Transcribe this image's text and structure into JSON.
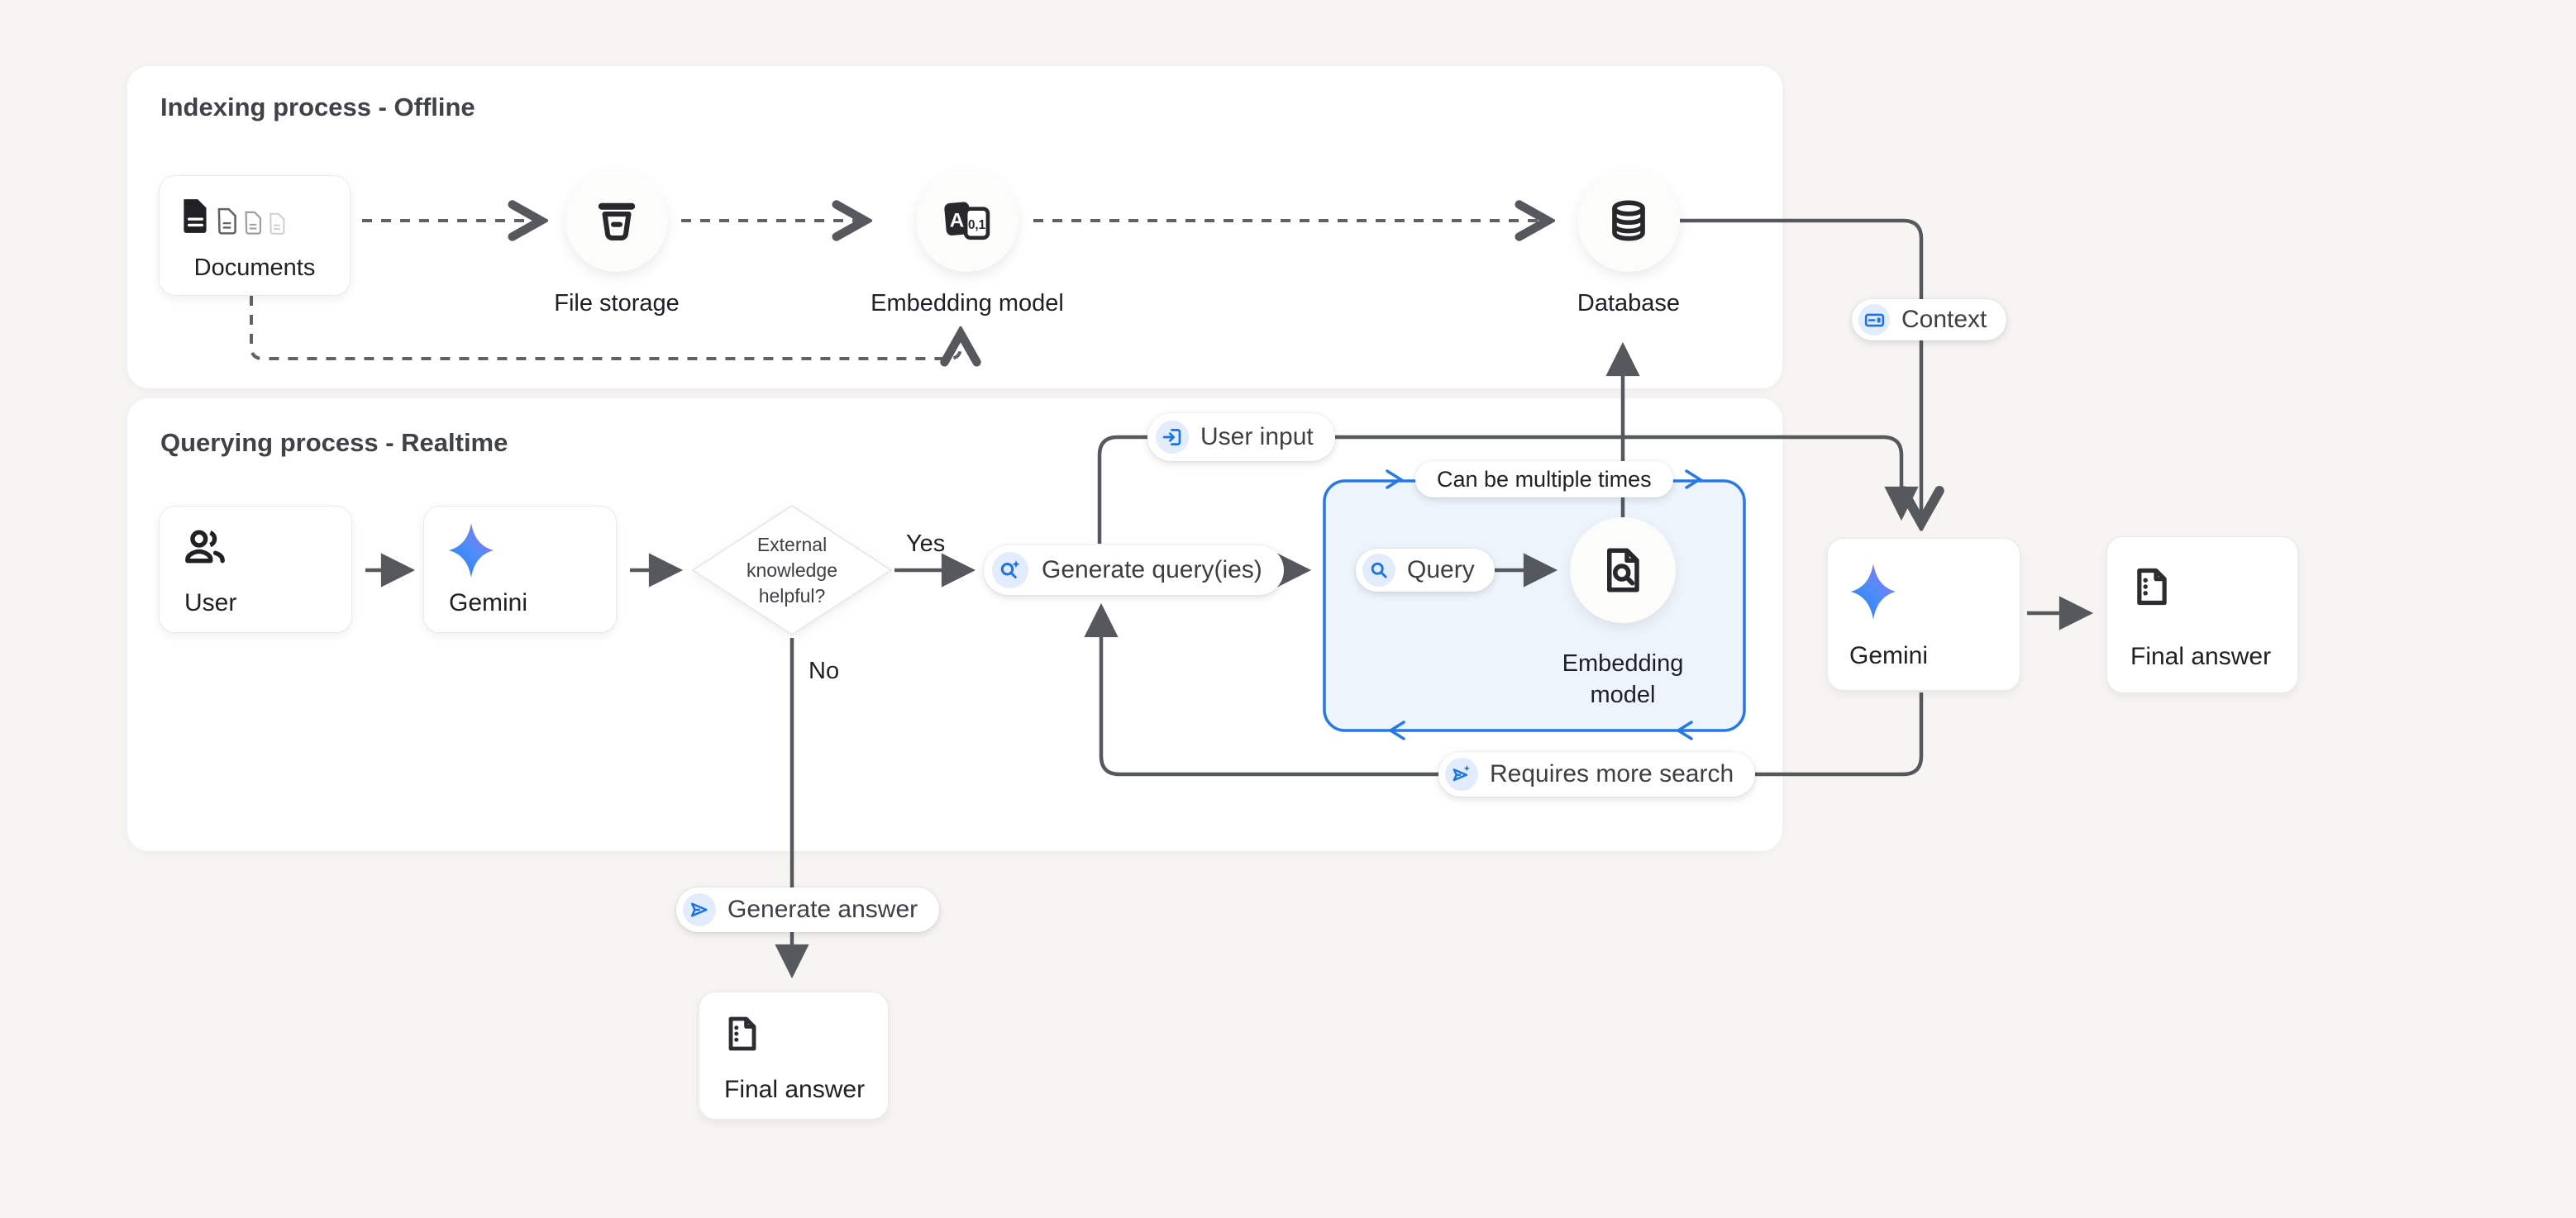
{
  "colors": {
    "background": "#f6f5f2",
    "accent_blue": "#1a73e8",
    "loop_blue": "#2579e8",
    "line_gray": "#55585c",
    "blue_box_fill": "#edf4fc"
  },
  "indexing": {
    "title": "Indexing process - Offline",
    "documents": "Documents",
    "file_storage": "File storage",
    "embedding_model": "Embedding model",
    "database": "Database"
  },
  "querying": {
    "title": "Querying process - Realtime",
    "user": "User",
    "gemini": "Gemini",
    "decision_line1": "External",
    "decision_line2": "knowledge",
    "decision_line3": "helpful?",
    "yes": "Yes",
    "no": "No",
    "generate_queries": "Generate query(ies)",
    "query": "Query",
    "embedding_model_line1": "Embedding",
    "embedding_model_line2": "model",
    "can_be_multiple": "Can be multiple times",
    "user_input": "User input",
    "requires_more_search": "Requires more search",
    "generate_answer": "Generate answer",
    "final_answer": "Final answer"
  },
  "output": {
    "context": "Context",
    "gemini": "Gemini",
    "final_answer": "Final answer"
  },
  "icons": {
    "embedding_a": "A",
    "embedding_01": "0,1"
  }
}
